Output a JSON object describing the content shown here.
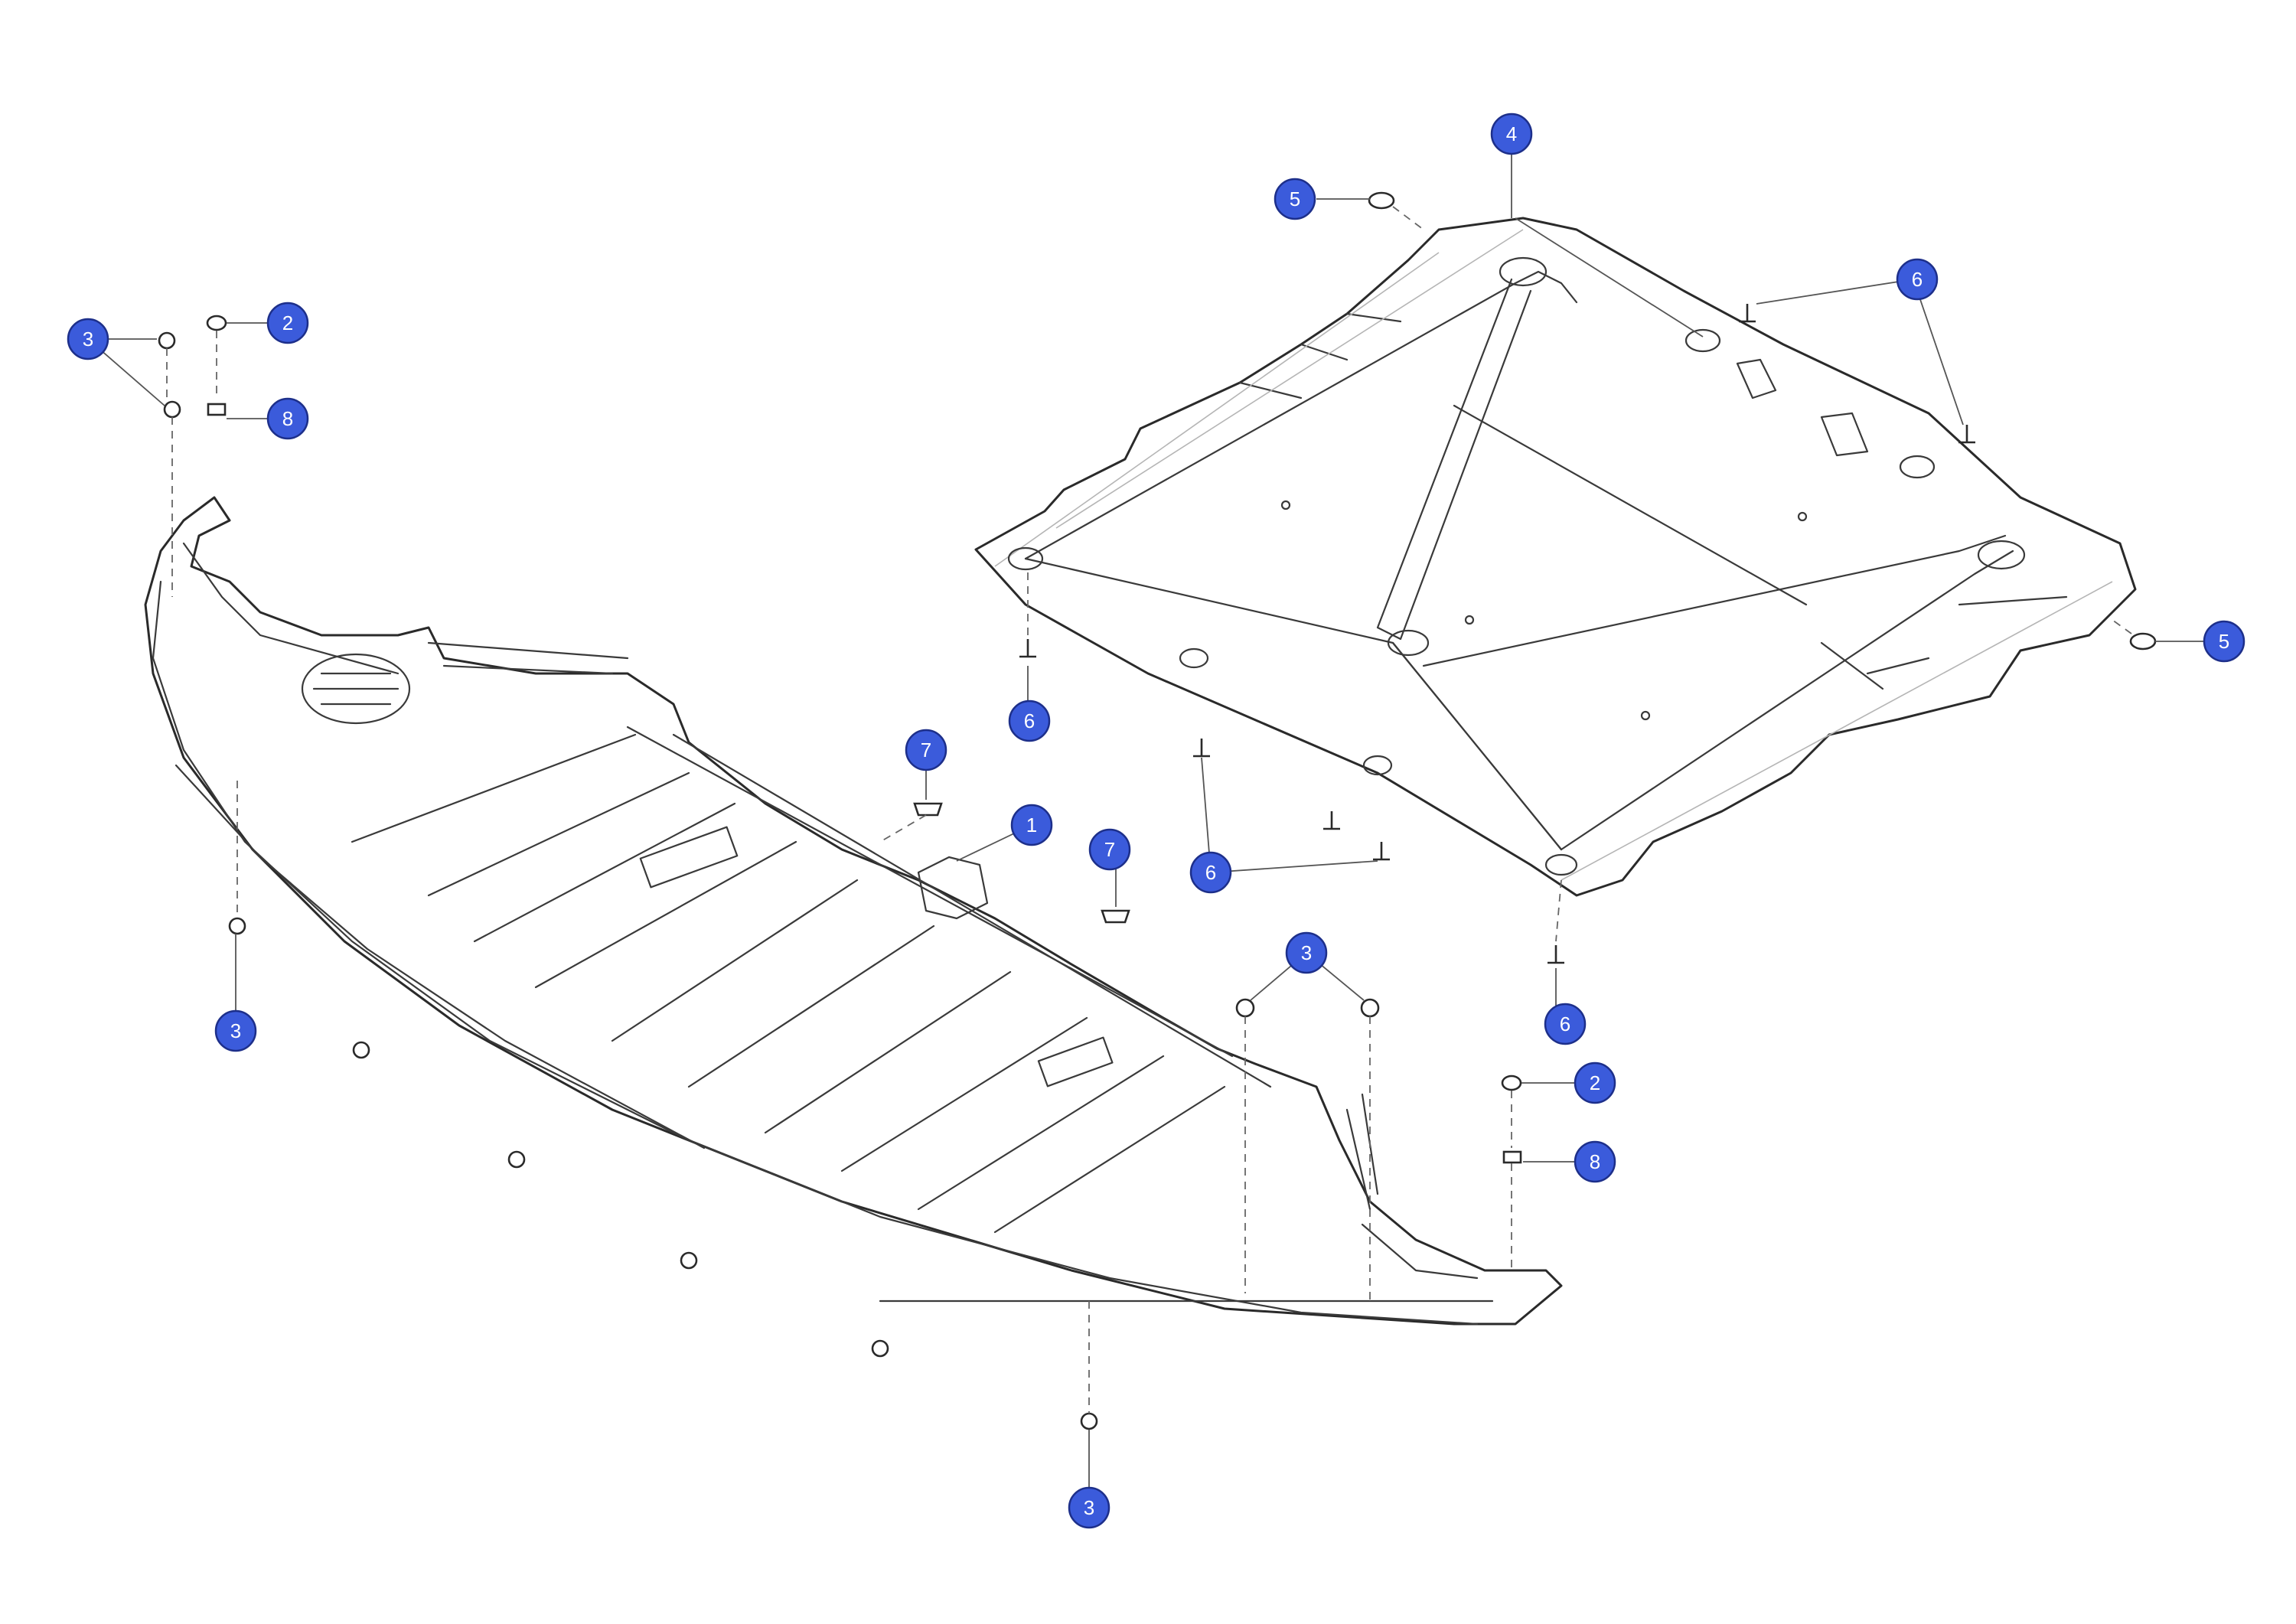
{
  "colors": {
    "callout_fill": "#3b5bdb",
    "line": "#2a2a2a",
    "background": "#ffffff"
  },
  "parts": {
    "front_panel": {
      "name": "front-underbody-panel"
    },
    "rear_shield": {
      "name": "underbody-shield"
    }
  },
  "callouts": [
    {
      "id": "c1",
      "label": "1"
    },
    {
      "id": "c2a",
      "label": "2"
    },
    {
      "id": "c2b",
      "label": "2"
    },
    {
      "id": "c3a",
      "label": "3"
    },
    {
      "id": "c3b",
      "label": "3"
    },
    {
      "id": "c3c",
      "label": "3"
    },
    {
      "id": "c3d",
      "label": "3"
    },
    {
      "id": "c4",
      "label": "4"
    },
    {
      "id": "c5a",
      "label": "5"
    },
    {
      "id": "c5b",
      "label": "5"
    },
    {
      "id": "c6a",
      "label": "6"
    },
    {
      "id": "c6b",
      "label": "6"
    },
    {
      "id": "c6c",
      "label": "6"
    },
    {
      "id": "c6d",
      "label": "6"
    },
    {
      "id": "c7a",
      "label": "7"
    },
    {
      "id": "c7b",
      "label": "7"
    },
    {
      "id": "c8a",
      "label": "8"
    },
    {
      "id": "c8b",
      "label": "8"
    }
  ]
}
